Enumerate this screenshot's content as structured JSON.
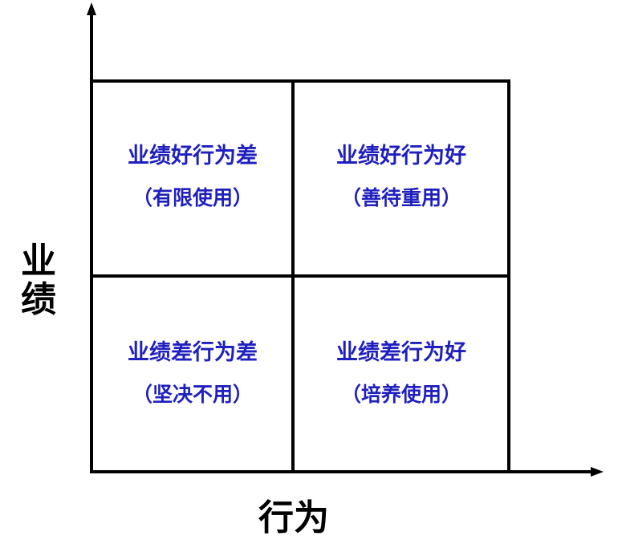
{
  "axes": {
    "y_label_top": "业",
    "y_label_bottom": "绩",
    "x_label": "行为"
  },
  "quadrants": {
    "top_left": {
      "title": "业绩好行为差",
      "subtitle": "（有限使用）"
    },
    "top_right": {
      "title": "业绩好行为好",
      "subtitle": "（善待重用）"
    },
    "bottom_left": {
      "title": "业绩差行为差",
      "subtitle": "（坚决不用）"
    },
    "bottom_right": {
      "title": "业绩差行为好",
      "subtitle": "（培养使用）"
    }
  },
  "colors": {
    "quadrant_text": "#1f1fbf",
    "lines": "#000000"
  }
}
